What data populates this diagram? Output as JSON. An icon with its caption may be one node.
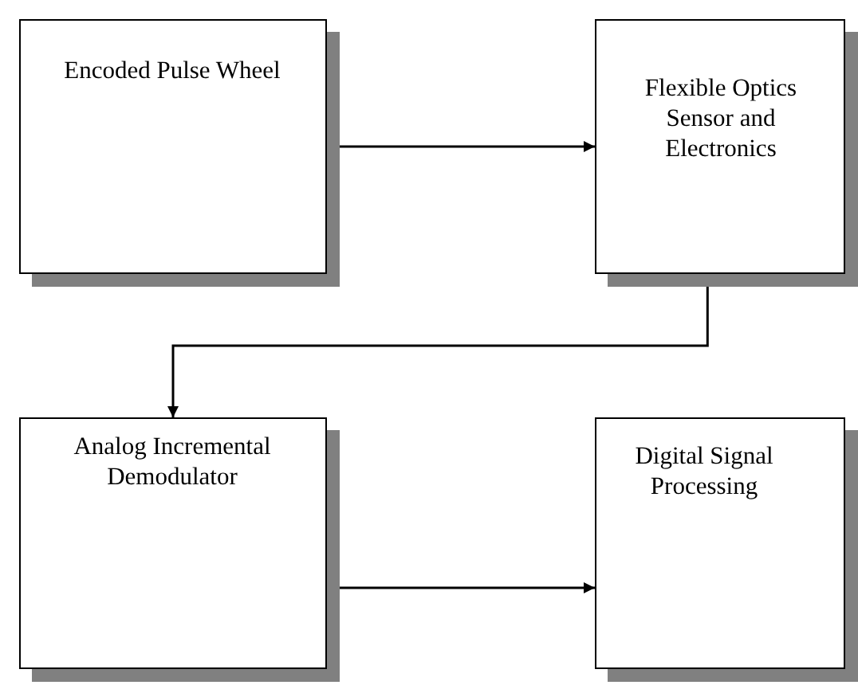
{
  "diagram": {
    "nodes": [
      {
        "text": [
          "Encoded Pulse Wheel"
        ]
      },
      {
        "text": [
          "Flexible Optics Sensor and Electronics"
        ]
      },
      {
        "text": [
          "Analog Incremental Demodulator"
        ]
      },
      {
        "text": [
          "Digital Signal Processing"
        ]
      }
    ],
    "edges": [
      {
        "from": 0,
        "to": 1,
        "arrow": "to"
      },
      {
        "from": 1,
        "to": 2,
        "arrow": "to"
      },
      {
        "from": 2,
        "to": 3,
        "arrow": "to"
      }
    ]
  }
}
